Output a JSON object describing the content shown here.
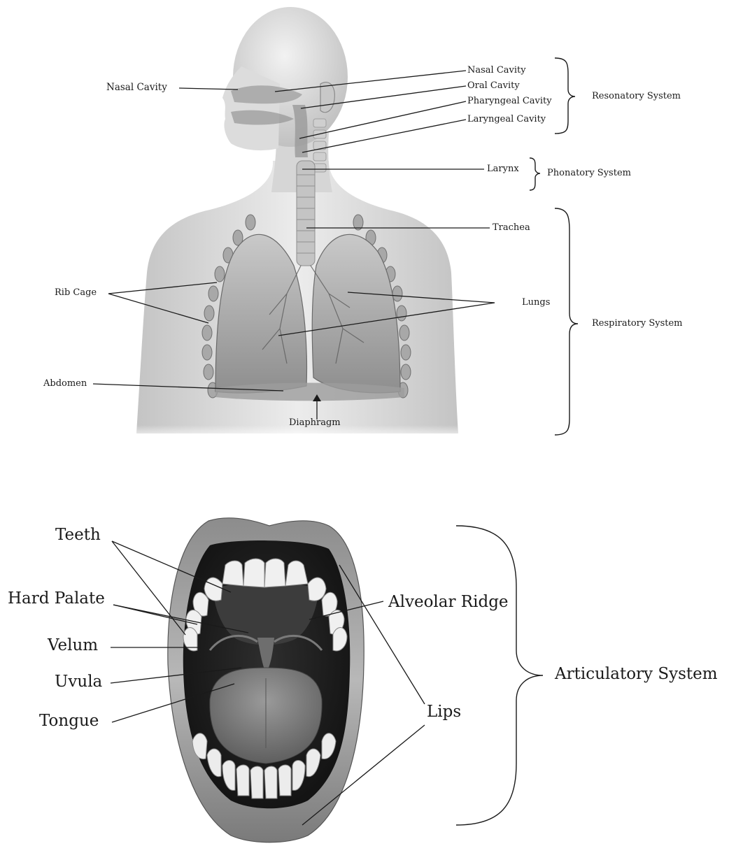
{
  "upper_diagram": {
    "left_labels": {
      "nasal_cavity": "Nasal Cavity",
      "rib_cage": "Rib Cage",
      "abdomen": "Abdomen"
    },
    "right_labels": {
      "nasal_cavity": "Nasal Cavity",
      "oral_cavity": "Oral Cavity",
      "pharyngeal_cavity": "Pharyngeal Cavity",
      "laryngeal_cavity": "Laryngeal Cavity",
      "larynx": "Larynx",
      "trachea": "Trachea",
      "lungs": "Lungs"
    },
    "bottom_label": "Diaphragm",
    "systems": {
      "resonatory": "Resonatory System",
      "phonatory": "Phonatory System",
      "respiratory": "Respiratory System"
    }
  },
  "lower_diagram": {
    "left_labels": {
      "teeth": "Teeth",
      "hard_palate": "Hard Palate",
      "velum": "Velum",
      "uvula": "Uvula",
      "tongue": "Tongue"
    },
    "right_labels": {
      "alveolar_ridge": "Alveolar Ridge",
      "lips": "Lips"
    },
    "system": "Articulatory System"
  },
  "colors": {
    "background": "#ffffff",
    "skin": "#d9d9d9",
    "lung": "#a9a9a9",
    "label": "#1a1a1a"
  }
}
